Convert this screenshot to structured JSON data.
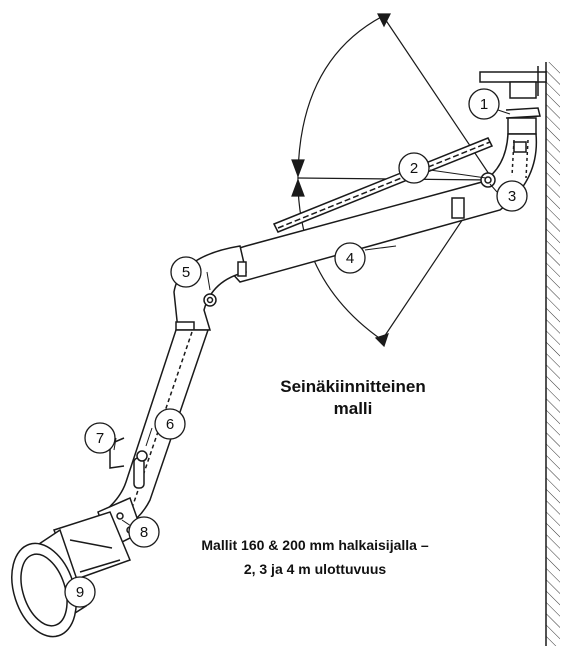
{
  "title_line1": "Seinäkiinnitteinen",
  "title_line2": "malli",
  "note_line1": "Mallit 160 & 200 mm halkaisijalla –",
  "note_line2": "2, 3 ja 4 m ulottuvuus",
  "callouts": [
    "1",
    "2",
    "3",
    "4",
    "5",
    "6",
    "7",
    "8",
    "9"
  ],
  "colors": {
    "line": "#1a1a1a",
    "background": "#ffffff"
  }
}
